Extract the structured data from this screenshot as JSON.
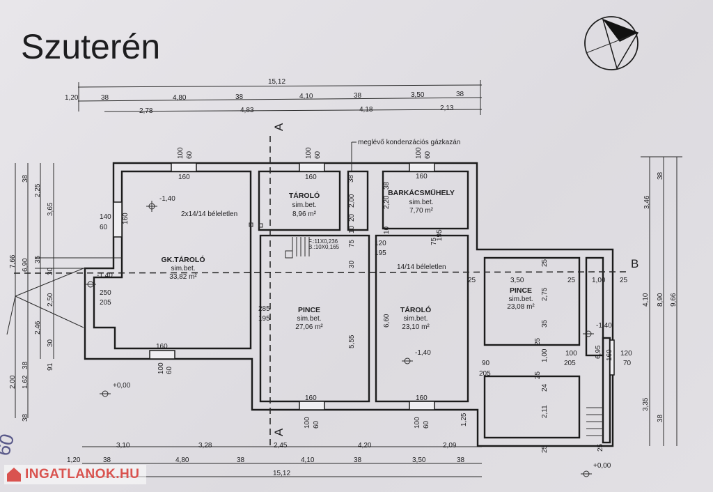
{
  "title": "Szuterén",
  "rooms": [
    {
      "name": "GK.TÁROLÓ",
      "floor": "sim.bet.",
      "area": "33,82 m²"
    },
    {
      "name": "TÁROLÓ",
      "floor": "sim.bet.",
      "area": "8,96 m²"
    },
    {
      "name": "BARKÁCSMŰHELY",
      "floor": "sim.bet.",
      "area": "7,70 m²"
    },
    {
      "name": "PINCE",
      "floor": "sim.bet.",
      "area": "27,06 m²"
    },
    {
      "name": "TÁROLÓ",
      "floor": "sim.bet.",
      "area": "23,10 m²"
    },
    {
      "name": "PINCE",
      "floor": "sim.bet.",
      "area": "23,08 m²"
    }
  ],
  "annotations": {
    "boiler": "meglévő kondenzációs gázkazán",
    "chimney_double": "2x14/14 béleletlen",
    "chimney_single": "14/14 béleletlen",
    "stairs_f": "F.:11X0,236",
    "stairs_b": "B.:10X0,165"
  },
  "levels": [
    "-1,40",
    "-1,40",
    "-1,40",
    "-1,40",
    "+0,00",
    "+0,00"
  ],
  "sections": [
    "A",
    "A",
    "B"
  ],
  "dims_top": {
    "overall": "15,12",
    "row2": [
      "1,20",
      "38",
      "4,80",
      "38",
      "4,10",
      "38",
      "3,50",
      "38"
    ],
    "row3": [
      "2,78",
      "4,83",
      "4,18",
      "2,13"
    ]
  },
  "dims_bottom": {
    "row1": [
      "3,10",
      "3,28",
      "2,45",
      "4,20",
      "2,09"
    ],
    "row2": [
      "1,20",
      "38",
      "4,80",
      "38",
      "4,10",
      "38",
      "3,50",
      "38"
    ],
    "overall": "15,12"
  },
  "dims_left": [
    "38",
    "2,25",
    "3,65",
    "7,66",
    "6,90",
    "35",
    "30",
    "2,50",
    "2,46",
    "30",
    "38",
    "91",
    "2,00",
    "1,62",
    "38"
  ],
  "dims_right": [
    "38",
    "3,46",
    "8,90",
    "9,66",
    "4,10",
    "3,35",
    "38"
  ],
  "dims_inner": [
    "38",
    "2,00",
    "20",
    "10",
    "75",
    "30",
    "2,20",
    "10",
    "120",
    "195",
    "75",
    "195",
    "5,55",
    "6,60",
    "285",
    "195",
    "25",
    "3,50",
    "25",
    "1,00",
    "25",
    "2,75",
    "25",
    "35",
    "25",
    "1,00",
    "25",
    "24",
    "2,11",
    "25",
    "25",
    "6,95",
    "1,25"
  ],
  "openings": [
    "160",
    "100",
    "60",
    "160",
    "100",
    "60",
    "160",
    "100",
    "60",
    "140",
    "60",
    "160",
    "250",
    "205",
    "160",
    "100",
    "60",
    "160",
    "100",
    "60",
    "160",
    "100",
    "60",
    "90",
    "205",
    "100",
    "205",
    "120",
    "70",
    "160",
    "38"
  ],
  "handwritten": "60",
  "watermark": "INGATLANOK.HU"
}
